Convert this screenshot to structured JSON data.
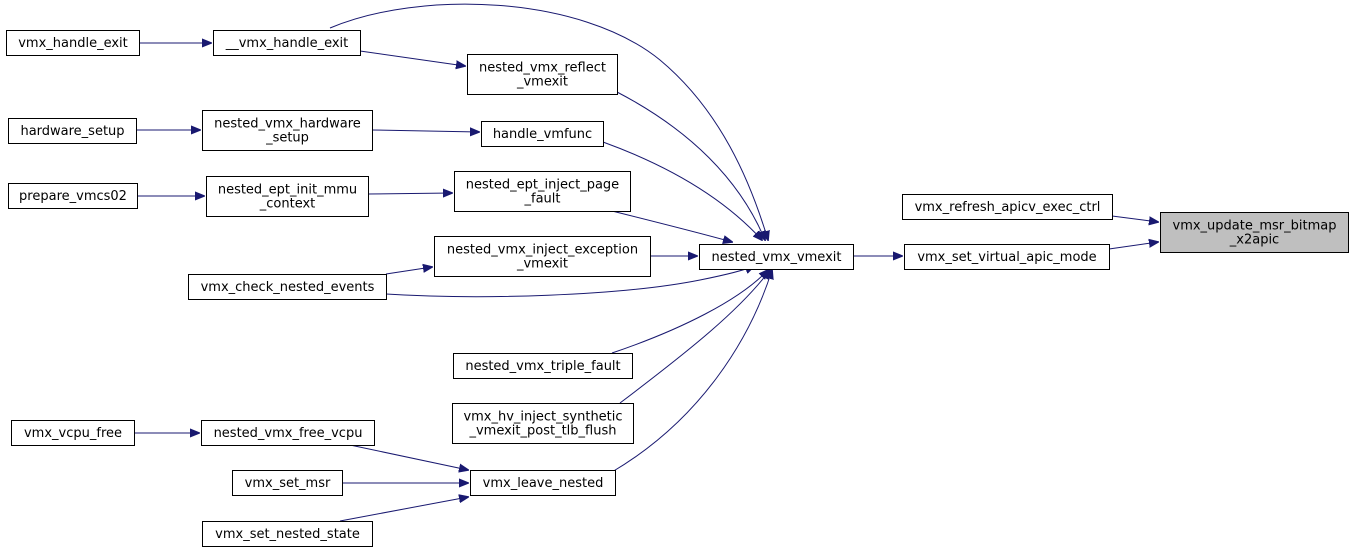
{
  "nodes": {
    "root": {
      "lines": [
        "vmx_update_msr_bitmap",
        "_x2apic"
      ]
    },
    "refresh": {
      "lines": [
        "vmx_refresh_apicv_exec_ctrl"
      ]
    },
    "set_virtual": {
      "lines": [
        "vmx_set_virtual_apic_mode"
      ]
    },
    "nested_vmexit": {
      "lines": [
        "nested_vmx_vmexit"
      ]
    },
    "vmx_handle_exit": {
      "lines": [
        "vmx_handle_exit"
      ]
    },
    "__vmx_handle_exit": {
      "lines": [
        "__vmx_handle_exit"
      ]
    },
    "reflect": {
      "lines": [
        "nested_vmx_reflect",
        "_vmexit"
      ]
    },
    "hardware_setup": {
      "lines": [
        "hardware_setup"
      ]
    },
    "nested_hw_setup": {
      "lines": [
        "nested_vmx_hardware",
        "_setup"
      ]
    },
    "handle_vmfunc": {
      "lines": [
        "handle_vmfunc"
      ]
    },
    "prepare_vmcs02": {
      "lines": [
        "prepare_vmcs02"
      ]
    },
    "ept_init_mmu": {
      "lines": [
        "nested_ept_init_mmu",
        "_context"
      ]
    },
    "ept_inject_pf": {
      "lines": [
        "nested_ept_inject_page",
        "_fault"
      ]
    },
    "inject_exception": {
      "lines": [
        "nested_vmx_inject_exception",
        "_vmexit"
      ]
    },
    "check_nested_events": {
      "lines": [
        "vmx_check_nested_events"
      ]
    },
    "triple_fault": {
      "lines": [
        "nested_vmx_triple_fault"
      ]
    },
    "hv_inject": {
      "lines": [
        "vmx_hv_inject_synthetic",
        "_vmexit_post_tlb_flush"
      ]
    },
    "vcpu_free": {
      "lines": [
        "vmx_vcpu_free"
      ]
    },
    "nested_free_vcpu": {
      "lines": [
        "nested_vmx_free_vcpu"
      ]
    },
    "set_msr": {
      "lines": [
        "vmx_set_msr"
      ]
    },
    "leave_nested": {
      "lines": [
        "vmx_leave_nested"
      ]
    },
    "set_nested_state": {
      "lines": [
        "vmx_set_nested_state"
      ]
    }
  },
  "edges": [
    {
      "from": "refresh",
      "to": "root"
    },
    {
      "from": "set_virtual",
      "to": "root"
    },
    {
      "from": "nested_vmexit",
      "to": "set_virtual"
    },
    {
      "from": "__vmx_handle_exit",
      "to": "nested_vmexit"
    },
    {
      "from": "reflect",
      "to": "nested_vmexit"
    },
    {
      "from": "handle_vmfunc",
      "to": "nested_vmexit"
    },
    {
      "from": "ept_inject_pf",
      "to": "nested_vmexit"
    },
    {
      "from": "inject_exception",
      "to": "nested_vmexit"
    },
    {
      "from": "check_nested_events",
      "to": "nested_vmexit"
    },
    {
      "from": "triple_fault",
      "to": "nested_vmexit"
    },
    {
      "from": "hv_inject",
      "to": "nested_vmexit"
    },
    {
      "from": "leave_nested",
      "to": "nested_vmexit"
    },
    {
      "from": "vmx_handle_exit",
      "to": "__vmx_handle_exit"
    },
    {
      "from": "__vmx_handle_exit",
      "to": "reflect"
    },
    {
      "from": "hardware_setup",
      "to": "nested_hw_setup"
    },
    {
      "from": "nested_hw_setup",
      "to": "handle_vmfunc"
    },
    {
      "from": "prepare_vmcs02",
      "to": "ept_init_mmu"
    },
    {
      "from": "ept_init_mmu",
      "to": "ept_inject_pf"
    },
    {
      "from": "check_nested_events",
      "to": "inject_exception"
    },
    {
      "from": "vcpu_free",
      "to": "nested_free_vcpu"
    },
    {
      "from": "nested_free_vcpu",
      "to": "leave_nested"
    },
    {
      "from": "set_msr",
      "to": "leave_nested"
    },
    {
      "from": "set_nested_state",
      "to": "leave_nested"
    }
  ],
  "colors": {
    "edge": "#191970",
    "root_fill": "#bfbfbf",
    "node_fill": "#ffffff",
    "border": "#000000"
  }
}
